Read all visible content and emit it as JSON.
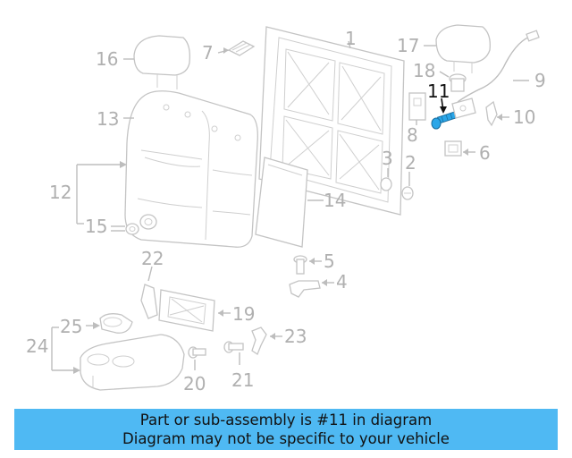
{
  "diagram": {
    "highlighted_part": "11",
    "callouts": {
      "c1": "1",
      "c2": "2",
      "c3": "3",
      "c4": "4",
      "c5": "5",
      "c6": "6",
      "c7": "7",
      "c8": "8",
      "c9": "9",
      "c10": "10",
      "c11": "11",
      "c12": "12",
      "c13": "13",
      "c14": "14",
      "c15": "15",
      "c16": "16",
      "c17": "17",
      "c18": "18",
      "c19": "19",
      "c20": "20",
      "c21": "21",
      "c22": "22",
      "c23": "23",
      "c24": "24",
      "c25": "25"
    },
    "colors": {
      "highlight": "#111111",
      "muted": "#b0b0b0",
      "part_11": "#2aa6e8",
      "banner": "#4fb9f3"
    }
  },
  "banner": {
    "line1": "Part or sub-assembly is #11 in diagram",
    "line2": "Diagram may not be specific to your vehicle"
  }
}
